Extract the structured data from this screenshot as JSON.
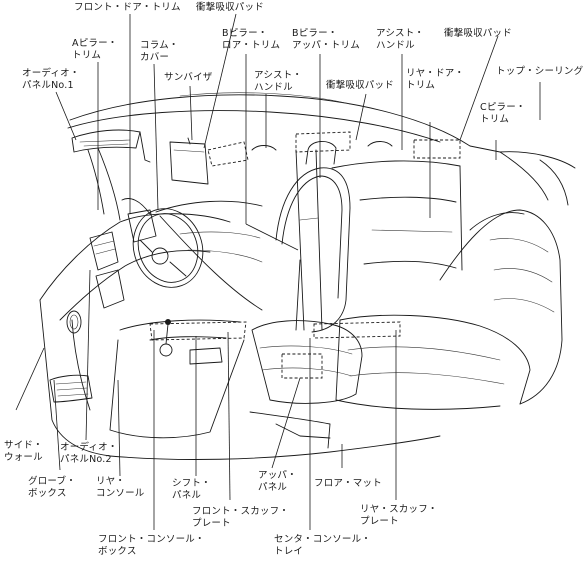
{
  "labels": {
    "front_door_trim": "フロント・ドア・トリム",
    "impact_pad_top": "衝撃吸収パッド",
    "b_pillar_lower_trim": "Bピラー・\nロア・トリム",
    "b_pillar_upper_trim": "Bピラー・\nアッパ・トリム",
    "assist_handle_right": "アシスト・\nハンドル",
    "impact_pad_right": "衝撃吸収パッド",
    "a_pillar_trim": "Aピラー・\nトリム",
    "column_cover": "コラム・\nカバー",
    "audio_panel_no1": "オーディオ・\nパネルNo.1",
    "sun_visor": "サンバイザ",
    "assist_handle_center": "アシスト・\nハンドル",
    "impact_pad_center": "衝撃吸収パッド",
    "rear_door_trim": "リヤ・ドア・\nトリム",
    "top_ceiling": "トップ・シーリング",
    "c_pillar_trim": "Cピラー・\nトリム",
    "side_wall": "サイド・\nウォール",
    "audio_panel_no2": "オーディオ・\nパネルNo.2",
    "glove_box": "グローブ・\nボックス",
    "rear_console": "リヤ・\nコンソール",
    "shift_panel": "シフト・\nパネル",
    "upper_panel": "アッパ・\nパネル",
    "floor_mat": "フロア・マット",
    "front_scuff_plate": "フロント・スカッフ・\nプレート",
    "rear_scuff_plate": "リヤ・スカッフ・\nプレート",
    "front_console_box": "フロント・コンソール・\nボックス",
    "center_console_tray": "センタ・コンソール・\nトレイ"
  },
  "colors": {
    "ink": "#1a1a1a",
    "background": "#ffffff"
  }
}
